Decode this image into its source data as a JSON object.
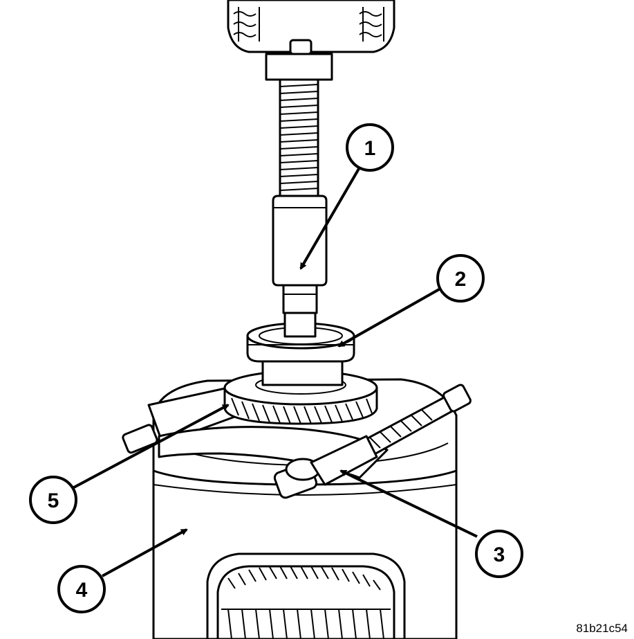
{
  "figure_id": "81b21c54",
  "callouts": [
    {
      "number": "1",
      "refers_to": "puller-adapter"
    },
    {
      "number": "2",
      "refers_to": "bearing"
    },
    {
      "number": "3",
      "refers_to": "bearing-splitter"
    },
    {
      "number": "4",
      "refers_to": "press-base"
    },
    {
      "number": "5",
      "refers_to": "gear"
    }
  ],
  "colors": {
    "line": "#000000",
    "background": "#ffffff",
    "shading": "#d9d9d9"
  }
}
